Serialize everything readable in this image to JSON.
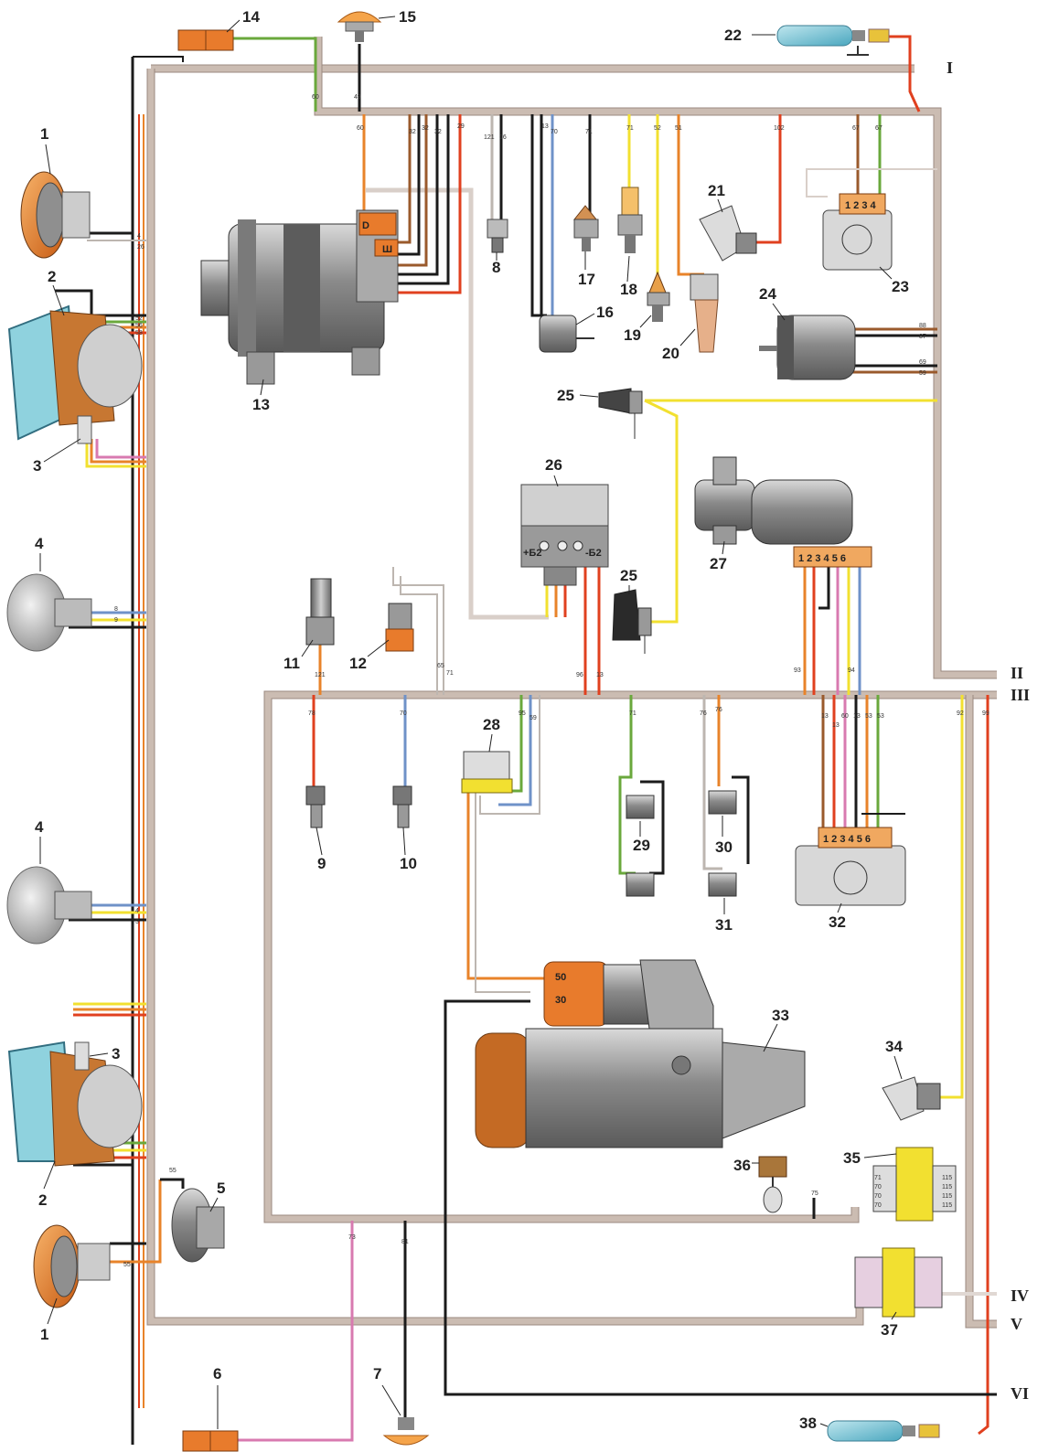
{
  "diagram": {
    "component_numbers": [
      "1",
      "2",
      "3",
      "4",
      "4",
      "2",
      "3",
      "1",
      "5",
      "6",
      "7",
      "8",
      "9",
      "10",
      "11",
      "12",
      "13",
      "14",
      "15",
      "16",
      "17",
      "18",
      "19",
      "20",
      "21",
      "22",
      "23",
      "24",
      "25",
      "25",
      "26",
      "27",
      "28",
      "29",
      "30",
      "31",
      "32",
      "33",
      "34",
      "35",
      "36",
      "37",
      "38"
    ],
    "harness_labels": [
      "I",
      "II",
      "III",
      "IV",
      "V",
      "VI"
    ],
    "connector_pins": {
      "c23": "1 2 3 4",
      "c27": "1 2 3 4 5 6",
      "c32": "1 2 3 4 5 6",
      "starter_50": "50",
      "starter_30": "30",
      "c26_left": "+Б2",
      "c26_right": "-Б2",
      "gen_d": "D",
      "gen_sh": "Ш"
    },
    "wire_numbers": [
      "60",
      "49",
      "60",
      "32",
      "32",
      "32",
      "29",
      "121",
      "16",
      "13",
      "70",
      "71",
      "71",
      "52",
      "51",
      "102",
      "67",
      "67",
      "88",
      "87",
      "69",
      "59",
      "93",
      "94",
      "96",
      "13",
      "121",
      "65",
      "71",
      "78",
      "70",
      "95",
      "59",
      "71",
      "76",
      "76",
      "13",
      "13",
      "60",
      "13",
      "53",
      "53",
      "92",
      "99",
      "73",
      "81",
      "75",
      "70",
      "70",
      "70",
      "71",
      "115",
      "115",
      "115",
      "115",
      "4",
      "26",
      "52",
      "56",
      "58",
      "8",
      "9",
      "4",
      "3",
      "55",
      "55"
    ],
    "colors": {
      "harness": "#cbbcb2",
      "red": "#e0401f",
      "orange": "#e8832a",
      "yellow": "#f2e030",
      "green": "#6aa83c",
      "blue": "#6f92c8",
      "black": "#1b1b1b",
      "brown": "#9a5a2c",
      "pink": "#d87ab0",
      "grey": "#bdb6b0",
      "body_orange": "#e87b2c",
      "metal": "#8f8f8f"
    }
  }
}
